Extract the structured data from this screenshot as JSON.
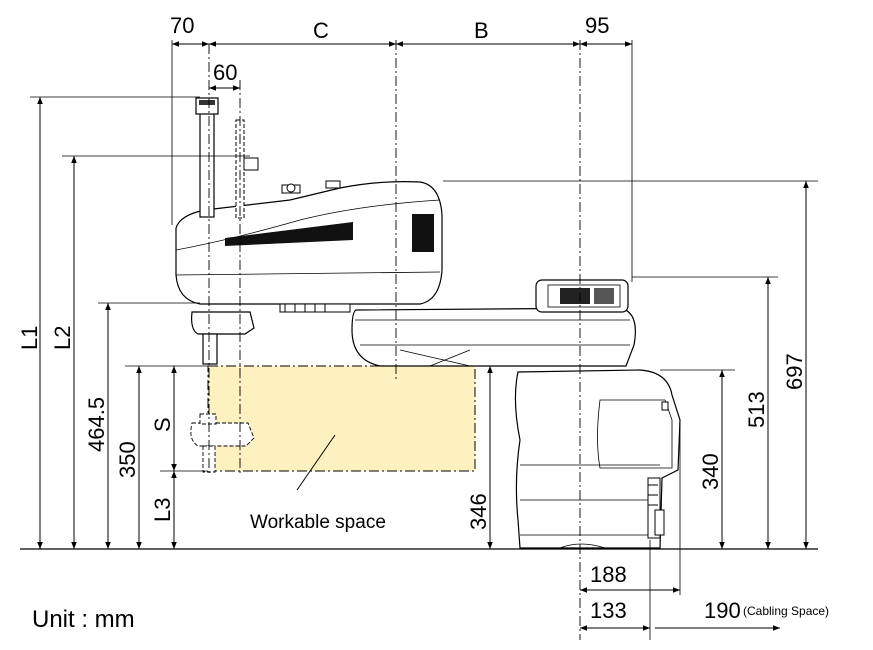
{
  "top_dims": {
    "d70": "70",
    "d60": "60",
    "dC": "C",
    "dB": "B",
    "d95": "95"
  },
  "left_dims": {
    "L1": "L1",
    "L2": "L2",
    "d464_5": "464.5",
    "d350": "350",
    "S": "S",
    "L3": "L3"
  },
  "right_dims": {
    "d697": "697",
    "d513": "513",
    "d340": "340",
    "d346": "346"
  },
  "bottom_dims": {
    "d188": "188",
    "d133": "133",
    "d190": "190",
    "cabling": "(Cabling Space)"
  },
  "workable_space": "Workable space",
  "unit": "Unit : mm",
  "colors": {
    "workspace_fill": "#fdf2bf",
    "line": "#000000"
  }
}
